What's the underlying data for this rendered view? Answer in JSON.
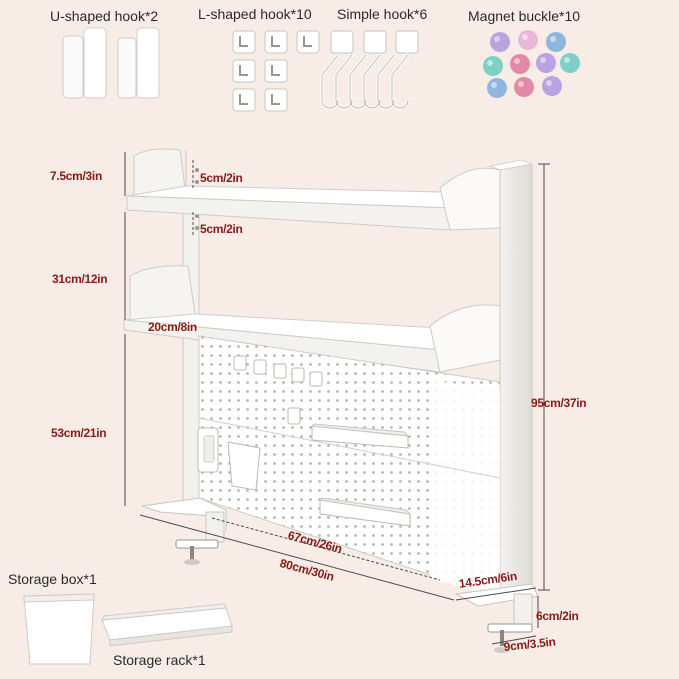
{
  "accessories": {
    "u_hook": "U-shaped hook*2",
    "l_hook": "L-shaped hook*10",
    "simple_hook": "Simple hook*6",
    "magnet": "Magnet buckle*10",
    "storage_box": "Storage box*1",
    "storage_rack": "Storage rack*1"
  },
  "magnet_colors": [
    "#b9a3e0",
    "#e7b7d6",
    "#8fb7dc",
    "#7ed0c6",
    "#e58aa6",
    "#b9a3e0",
    "#7ed0c6",
    "#8fb7dc",
    "#e58aa6",
    "#b9a3e0"
  ],
  "dimensions": {
    "top_gap": "7.5cm/3in",
    "riser_a": "5cm/2in",
    "riser_b": "5cm/2in",
    "mid_gap": "31cm/12in",
    "shelf_depth": "20cm/8in",
    "lower_height": "53cm/21in",
    "total_height": "95cm/37in",
    "pegboard_width": "67cm/26in",
    "total_width": "80cm/30in",
    "base_depth": "14.5cm/6in",
    "clamp_height": "6cm/2in",
    "clamp_depth": "9cm/3.5in"
  },
  "colors": {
    "background": "#f7ede6",
    "product": "#ffffff",
    "dim_text": "#8a1a1a"
  }
}
